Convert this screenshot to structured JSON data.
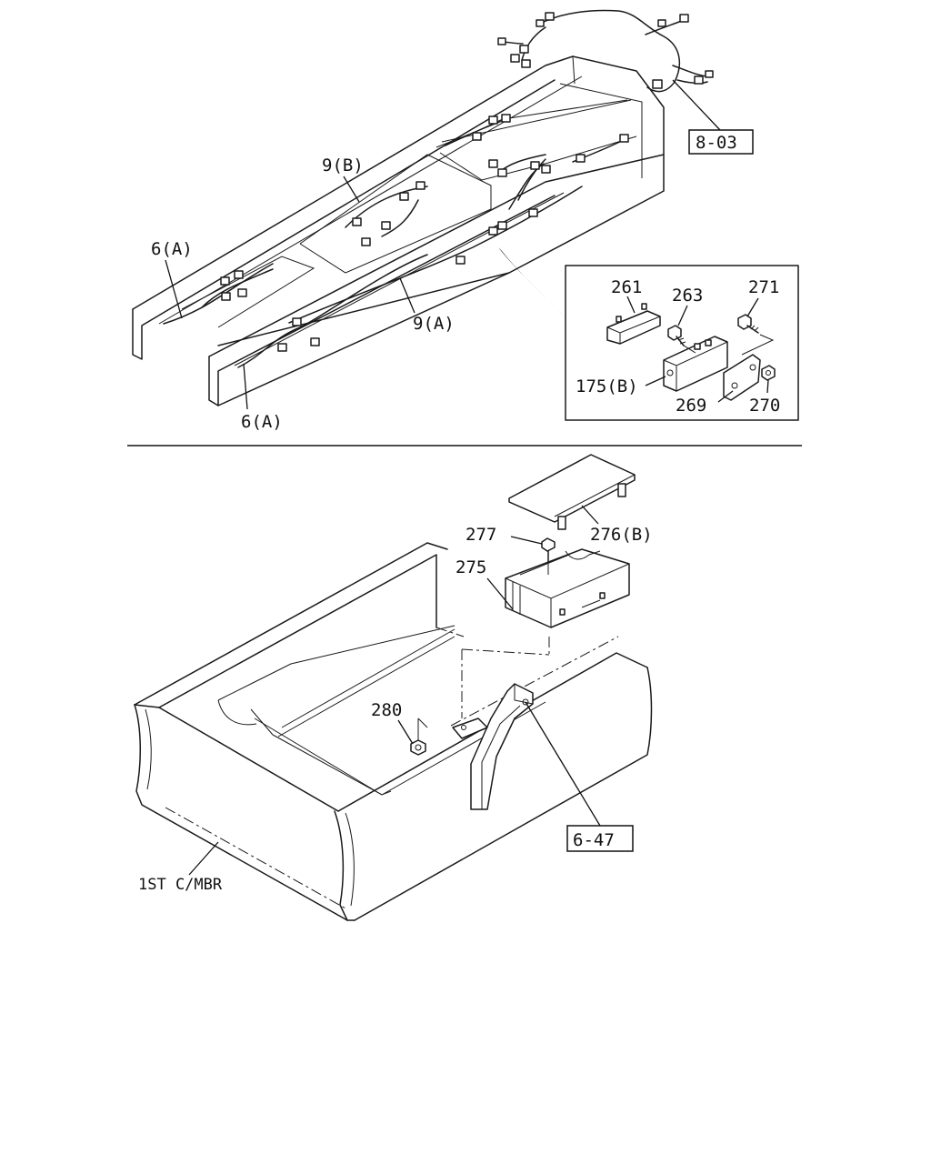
{
  "upper_assembly": {
    "callouts": {
      "harness_9b": "9(B)",
      "harness_6a_upper": "6(A)",
      "harness_9a": "9(A)",
      "harness_6a_lower": "6(A)"
    },
    "reference_box": "8-03"
  },
  "detail_inset": {
    "callouts": {
      "p261": "261",
      "p263": "263",
      "p271": "271",
      "p175b": "175(B)",
      "p269": "269",
      "p270": "270"
    }
  },
  "lower_assembly": {
    "callouts": {
      "p277": "277",
      "p276b": "276(B)",
      "p275": "275",
      "p280": "280"
    },
    "reference_box": "6-47",
    "member_label": "1ST C/MBR"
  }
}
